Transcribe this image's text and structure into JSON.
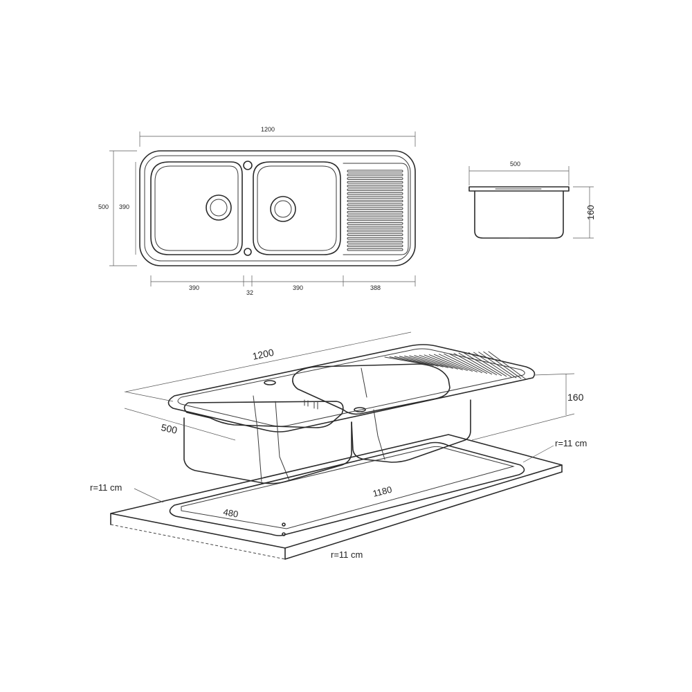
{
  "top_view": {
    "overall_width": "1200",
    "overall_depth": "500",
    "bowl_depth": "390",
    "bowl_left_width": "390",
    "bridge_width": "32",
    "bowl_right_width": "390",
    "drainboard_width": "388"
  },
  "side_view": {
    "width": "500",
    "height": "160"
  },
  "perspective": {
    "length": "1200",
    "depth": "500",
    "height": "160",
    "radius_right": "r=11 cm",
    "radius_left": "r=11 cm",
    "radius_bottom": "r=11 cm",
    "cutout_length": "1180",
    "cutout_depth": "480"
  }
}
